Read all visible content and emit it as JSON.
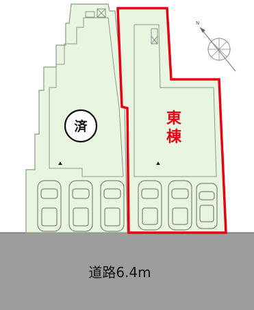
{
  "road": {
    "label": "道路6.4m"
  },
  "west_lot": {
    "status": "済"
  },
  "east_lot": {
    "label_line1": "東",
    "label_line2": "棟"
  },
  "compass": {
    "label": "N"
  },
  "colors": {
    "lot_fill": "#e8f5e1",
    "lot_stroke": "#8a9a85",
    "highlight": "#e60012",
    "road_fill": "#9d9d9d",
    "ground_line": "#555555"
  },
  "parking": {
    "west_lot_spaces": 3,
    "east_lot_spaces": 3
  }
}
